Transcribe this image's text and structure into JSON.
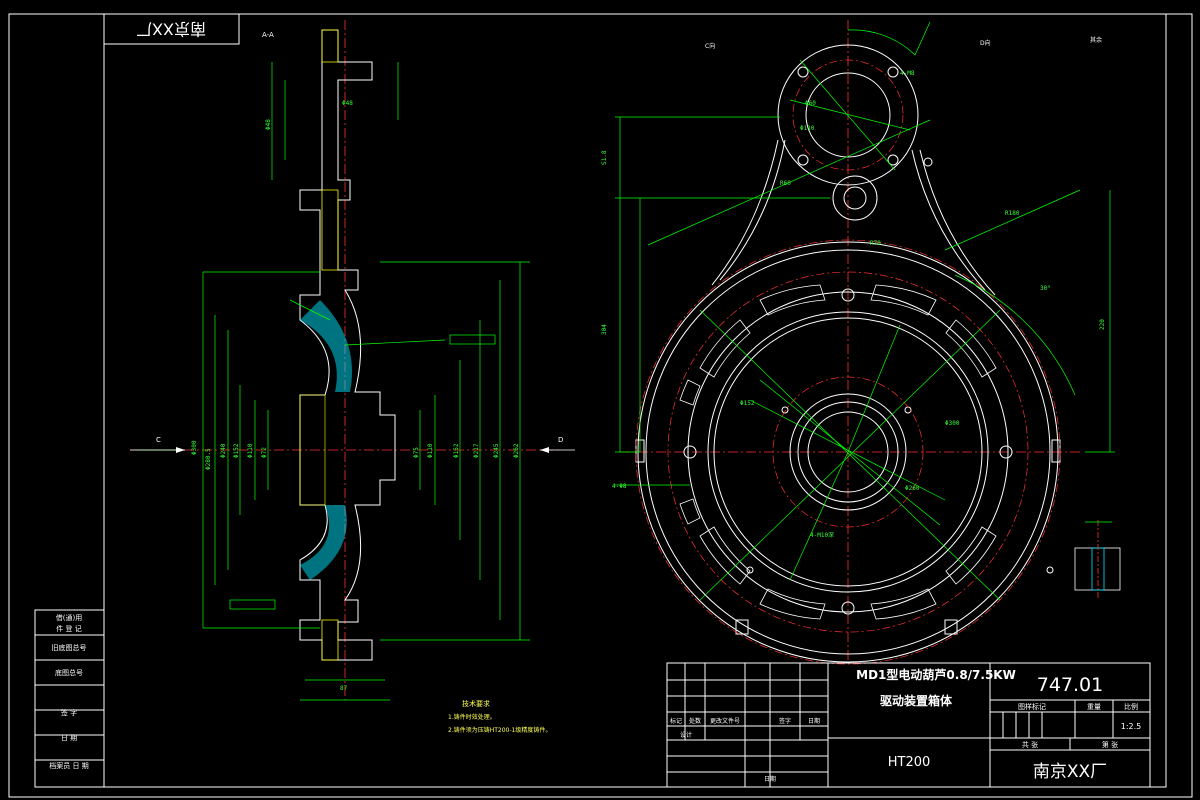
{
  "title_block": {
    "product": "MD1型电动葫芦0.8/7.5KW",
    "part_name": "驱动装置箱体",
    "drawing_no": "747.01",
    "material": "HT200",
    "company": "南京XX厂",
    "scale": "1:2.5",
    "scale_label": "比例",
    "weight_label": "重量",
    "stage_label": "图样标记",
    "sheet_label": "共 张",
    "sheet_no_label": "第 张",
    "rev_mark": "标记",
    "rev_count": "处数",
    "rev_doc": "更改文件号",
    "rev_sign": "签字",
    "rev_date": "日期",
    "design": "设计",
    "date_label": "日期"
  },
  "left_column": {
    "rows": [
      "借(通)用",
      "件 登 记",
      "旧底图总号",
      "底图总号",
      "签 字",
      "日 期",
      "档案员  日 期"
    ]
  },
  "mirrored_stamp": "南京XX厂",
  "views": {
    "section_label": "A-A",
    "arrow_c": "C",
    "arrow_d": "D",
    "view_c": "C向",
    "view_d": "D向",
    "roughness": "其余"
  },
  "tech_notes": {
    "heading": "技术要求",
    "items": [
      "1.铸件时效处理。",
      "2.铸件须为压铸HT200-1级精度铸件。"
    ]
  },
  "colors": {
    "border": "#ffffff",
    "geometry": "#ffffff",
    "dimension": "#00ff00",
    "centerline": "#ff3030",
    "hatch": "#ffff00",
    "fill_part": "#00e5ff"
  }
}
